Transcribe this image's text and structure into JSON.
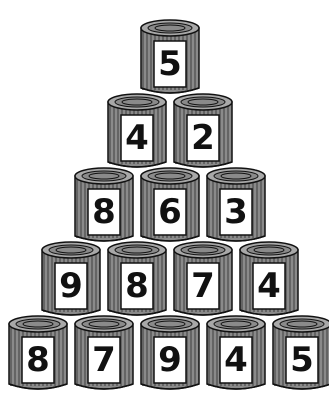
{
  "pyramid": {
    "rows": [
      [
        "5"
      ],
      [
        "4",
        "2"
      ],
      [
        "8",
        "6",
        "3"
      ],
      [
        "9",
        "8",
        "7",
        "4"
      ],
      [
        "8",
        "7",
        "9",
        "4",
        "5"
      ]
    ]
  },
  "colors": {
    "can_body": "#8a8a8a",
    "can_stripe": "#5a5a5a",
    "can_rim": "#a8a8a8",
    "label_bg": "#ffffff",
    "outline": "#111111"
  }
}
